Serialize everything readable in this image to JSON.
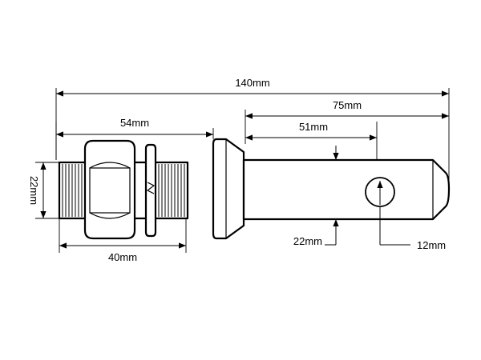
{
  "diagram": {
    "labels": {
      "overall_length": "140mm",
      "pin_length": "75mm",
      "hole_distance": "51mm",
      "thread_length": "54mm",
      "thread_diameter": "22mm",
      "nut_section": "40mm",
      "pin_diameter": "22mm",
      "hole_diameter": "12mm"
    },
    "colors": {
      "line": "#000000",
      "background": "#ffffff"
    }
  }
}
